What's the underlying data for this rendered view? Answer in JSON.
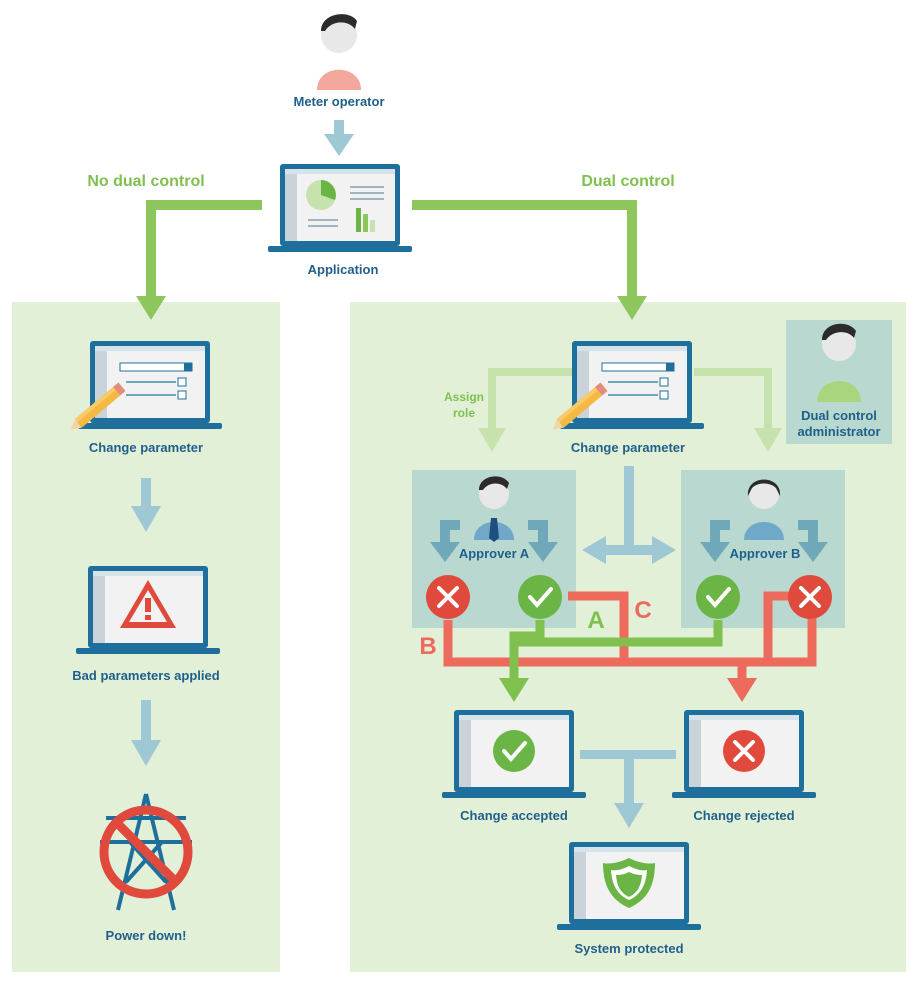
{
  "actors": {
    "meter_operator": "Meter operator",
    "dual_control_admin_line1": "Dual control",
    "dual_control_admin_line2": "administrator"
  },
  "application_label": "Application",
  "branches": {
    "no_dual_control": "No dual control",
    "dual_control": "Dual control"
  },
  "left_flow": {
    "change_parameter": "Change parameter",
    "bad_parameters": "Bad parameters applied",
    "power_down": "Power down!"
  },
  "right_flow": {
    "assign_role_line1": "Assign",
    "assign_role_line2": "role",
    "change_parameter": "Change parameter",
    "approver_a": "Approver A",
    "approver_b": "Approver B",
    "change_accepted": "Change accepted",
    "change_rejected": "Change rejected",
    "system_protected": "System protected"
  },
  "path_labels": {
    "a": "A",
    "b": "B",
    "c": "C"
  },
  "colors": {
    "panel_green": "#e3f0d8",
    "approver_box": "#b9d9d0",
    "admin_box": "#b9d9d0",
    "arrow_green": "#8cc65c",
    "arrow_light_green": "#c7e3ad",
    "arrow_blue": "#9fc8d5",
    "arrow_teal": "#6fa8b8",
    "path_red": "#ec6b5d",
    "path_green": "#7fc04e",
    "laptop_frame": "#1f6f9c",
    "accept_green": "#6ab546",
    "reject_red": "#e04a3c"
  },
  "icons": [
    "person-icon",
    "laptop-icon",
    "pie-chart-icon",
    "pencil-icon",
    "warning-icon",
    "power-tower-icon",
    "no-sign-icon",
    "check-icon",
    "cross-icon",
    "shield-icon"
  ]
}
